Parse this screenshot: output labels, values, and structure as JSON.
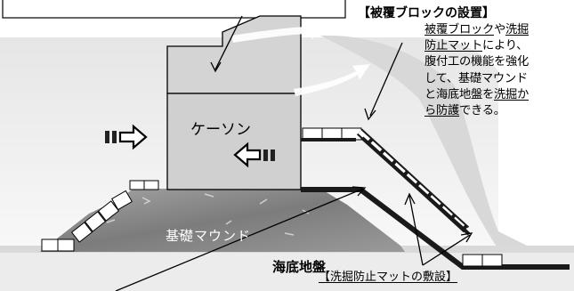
{
  "structure": {
    "caisson": "ケーソン",
    "foundation_mound": "基礎マウンド",
    "seabed": "海底地盤"
  },
  "callouts": {
    "armor_block_title": "【被覆ブロックの設置】",
    "scour_mat_title": "【洗掘防止マットの敷設】",
    "description": {
      "l1_a": "被覆ブロック",
      "l1_b": "や",
      "l1_c": "洗掘",
      "l2_a": "防止マット",
      "l2_b": "により、",
      "l3": "腹付工の機能を強化",
      "l4": "して、基礎マウンド",
      "l5_a": "と海底地盤を",
      "l5_b": "洗掘か",
      "l6_a": "ら防護",
      "l6_b": "できる。"
    }
  },
  "colors": {
    "caisson_fill": "#d2d2d2",
    "mound_fill": "#8e8e8e",
    "seabed_fill": "#ebebeb",
    "wave_fill": "#d6d6d6",
    "armor_block_line": "#1a1a1a"
  },
  "icons": [
    "left-current-arrow-icon",
    "right-current-arrow-icon",
    "wave-flow-arrow-icon"
  ]
}
